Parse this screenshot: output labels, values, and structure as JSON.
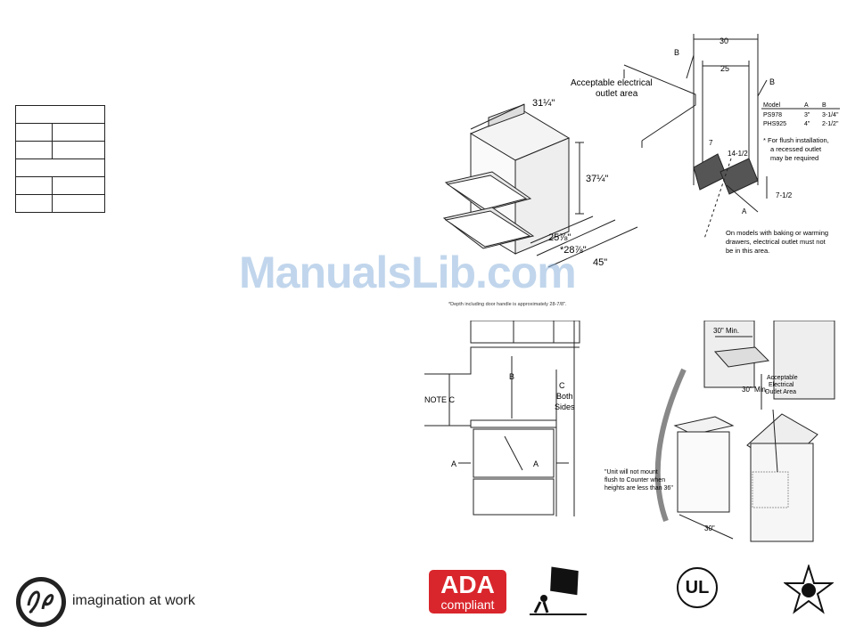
{
  "spec_table": {
    "rows": 6
  },
  "range_diagram": {
    "dim_width": "31¼\"",
    "dim_height": "37¼\"",
    "dim_depth_a": "25⅞\"",
    "dim_depth_b": "*28⅞\"",
    "dim_overall": "45\"",
    "footnote": "*Depth including door handle is approximately 28-7/8\"."
  },
  "outlet_diagram": {
    "label_acceptable": "Acceptable electrical",
    "label_outlet_area": "outlet area",
    "dim_30": "30",
    "dim_25": "25",
    "label_b_left": "B",
    "label_b_right": "B",
    "dim_7": "7",
    "dim_14": "14-1/2",
    "dim_7half": "7-1/2",
    "label_a": "A",
    "table_header": [
      "Model",
      "A",
      "B"
    ],
    "table_rows": [
      [
        "PS978",
        "3\"",
        "3-1/4\""
      ],
      [
        "PHS925",
        "4\"",
        "2-1/2\""
      ]
    ],
    "note_lines": [
      "* For flush installation,",
      "a recessed outlet",
      "may be required"
    ],
    "warning_lines": [
      "On models with baking or warming",
      "drawers, electrical outlet must not",
      "be in this area."
    ]
  },
  "cabinet_diagram": {
    "label_note_c": "NOTE C",
    "label_b": "B",
    "label_c": "C",
    "label_both": "Both",
    "label_sides": "Sides",
    "label_a_left": "A",
    "label_a_right": "A"
  },
  "kitchen_diagram": {
    "label_30_min_top": "30\" Min.",
    "label_30_min_side": "30\" Min.",
    "outlet_lines": [
      "Acceptable",
      "Electrical",
      "Outlet Area"
    ],
    "mount_lines": [
      "\"Unit will not mount",
      "flush to Counter when",
      "heights are less than 36\""
    ],
    "label_30": "30\""
  },
  "watermark": "ManualsLib.com",
  "brand": {
    "tagline": "imagination at work"
  },
  "badges": {
    "ada_top": "ADA",
    "ada_bottom": "compliant",
    "ul": "UL"
  },
  "colors": {
    "ada_red": "#d9262c",
    "watermark": "#8fb6dd"
  }
}
